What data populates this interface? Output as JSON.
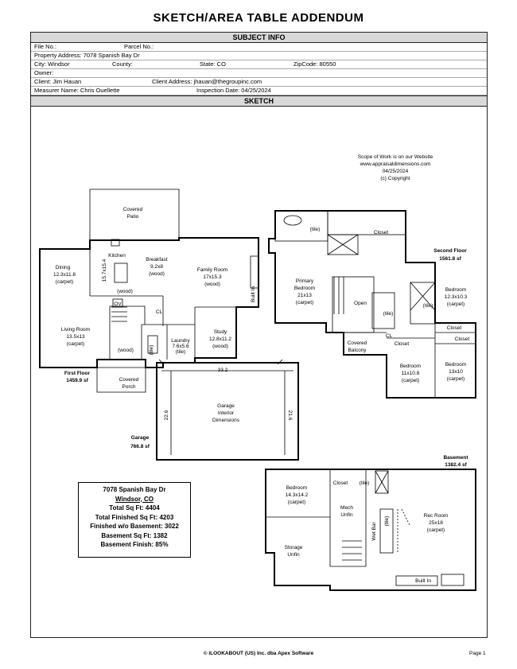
{
  "title": "SKETCH/AREA TABLE ADDENDUM",
  "subject_header": "SUBJECT INFO",
  "sketch_header": "SKETCH",
  "subject": {
    "file_no_label": "File No.:",
    "parcel_no_label": "Parcel No.:",
    "property_address": "Property Address: 7078 Spanish Bay Dr",
    "city": "City: Windsor",
    "county_label": "County:",
    "state": "State: CO",
    "zipcode": "ZipCode: 80550",
    "owner_label": "Owner:",
    "client": "Client: Jim Hauan",
    "client_address": "Client Address: jhauan@thegroupinc.com",
    "measurer": "Measurer Name: Chris Ouellette",
    "inspection_date": "Inspection Date: 04/25/2024"
  },
  "scope": {
    "line1": "Scope of Work is on our Website",
    "line2": "www.appraisaldimensions.com",
    "line3": "04/25/2024",
    "line4": "(c) Copyright"
  },
  "first_floor": {
    "label": "First Floor",
    "area": "1459.9 sf",
    "rooms": {
      "covered_patio_1": "Covered",
      "covered_patio_2": "Patio",
      "kitchen": "Kitchen",
      "kitchen_dim": "15.7x15.4",
      "kitchen_floor": "(wood)",
      "breakfast": "Breakfast",
      "breakfast_dim": "9.2x8",
      "breakfast_floor": "(wood)",
      "family_room": "Family Room",
      "family_dim": "17x15.3",
      "family_floor": "(wood)",
      "built_in": "Built In",
      "dining": "Dining",
      "dining_dim": "12.3x11.8",
      "dining_floor": "(carpet)",
      "living": "Living Room",
      "living_dim": "13.5x13",
      "living_floor": "(carpet)",
      "hall_floor": "(wood)",
      "laundry": "Laundry",
      "laundry_dim": "7.6x5.6",
      "laundry_floor": "(tile)",
      "study": "Study",
      "study_dim": "12.8x11.2",
      "study_floor": "(wood)",
      "covered_porch_1": "Covered",
      "covered_porch_2": "Porch",
      "cl": "CL",
      "ov": "OV",
      "tile": "(tile)"
    }
  },
  "garage": {
    "label": "Garage",
    "area": "766.8 sf",
    "width": "33.2",
    "depth_left": "22.6",
    "depth_right": "21.6",
    "interior_1": "Garage",
    "interior_2": "Interior",
    "interior_3": "Dimensions"
  },
  "second_floor": {
    "label": "Second Floor",
    "area": "1561.8 sf",
    "rooms": {
      "tile": "(tile)",
      "closet": "Closet",
      "primary": "Primary",
      "primary_2": "Bedroom",
      "primary_dim": "21x13",
      "primary_floor": "(carpet)",
      "open": "Open",
      "bed1": "Bedroom",
      "bed1_dim": "12.3x10.3",
      "bed1_floor": "(carpet)",
      "closet_a": "Closet",
      "closet_b": "Closet",
      "closet_c": "Closet",
      "covered_balcony_1": "Covered",
      "covered_balcony_2": "Balcony",
      "bed2": "Bedroom",
      "bed2_dim": "11x10.8",
      "bed2_floor": "(carpet)",
      "bed3": "Bedroom",
      "bed3_dim": "13x10",
      "bed3_floor": "(carpet)",
      "cl": "CL"
    }
  },
  "basement": {
    "label": "Basement",
    "area": "1382.4 sf",
    "rooms": {
      "bedroom": "Bedroom",
      "bedroom_dim": "14.3x14.2",
      "bedroom_floor": "(carpet)",
      "closet": "Closet",
      "tile": "(tile)",
      "mech": "Mech",
      "mech_2": "Unfin",
      "wet_bar": "Wet Bar",
      "wet_bar_tile": "(tile)",
      "rec": "Rec Room",
      "rec_dim": "25x18",
      "rec_floor": "(carpet)",
      "storage": "Storage",
      "storage_2": "Unfin",
      "built_in": "Built In"
    }
  },
  "summary": {
    "address": "7078 Spanish Bay Dr",
    "city": "Windsor, CO",
    "total": "Total Sq Ft: 4404",
    "finished": "Total Finished Sq Ft: 4203",
    "finished_wo": "Finished w/o Basement: 3022",
    "basement_sqft": "Basement Sq Ft: 1382",
    "basement_finish": "Basement Finish: 85%"
  },
  "footer": "© iLOOKABOUT (US) Inc. dba Apex Software",
  "page": "Page 1"
}
